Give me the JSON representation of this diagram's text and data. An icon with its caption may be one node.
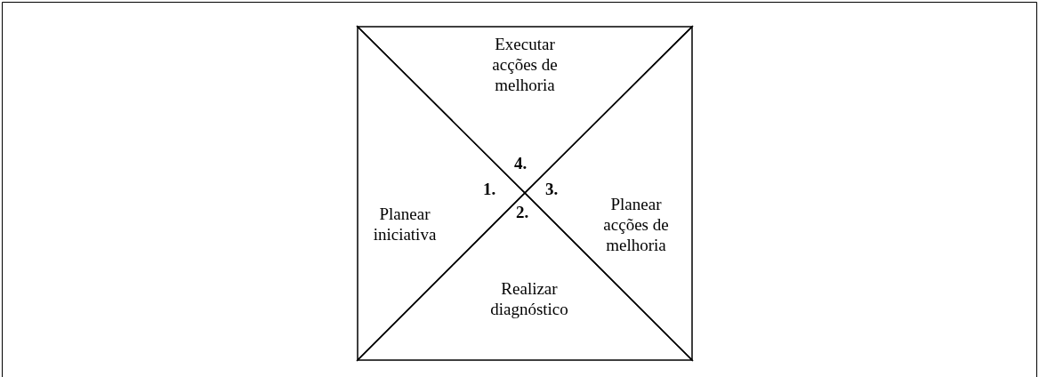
{
  "diagram": {
    "nodes": [
      {
        "text": [
          "Executar acções de melhoria",
          "4."
        ]
      },
      {
        "text": [
          "Planear iniciativa",
          "1."
        ]
      },
      {
        "text": [
          "Planear acções de melhoria",
          "3."
        ]
      },
      {
        "text": [
          "2.",
          "Realizar diagnóstico"
        ]
      }
    ]
  }
}
